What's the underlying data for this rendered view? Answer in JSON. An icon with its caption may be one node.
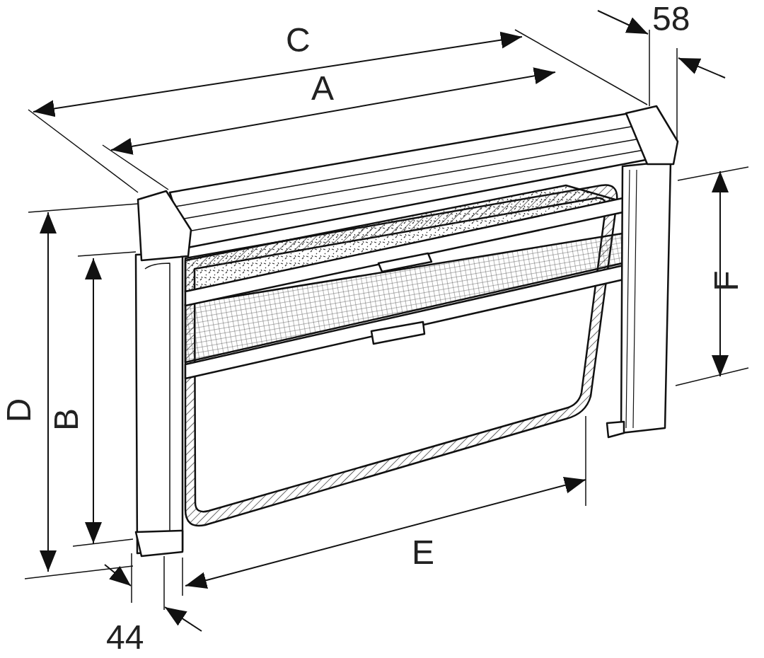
{
  "diagram": {
    "labels": [
      "58",
      "C",
      "A",
      "F",
      "D",
      "B",
      "E",
      "44"
    ]
  }
}
